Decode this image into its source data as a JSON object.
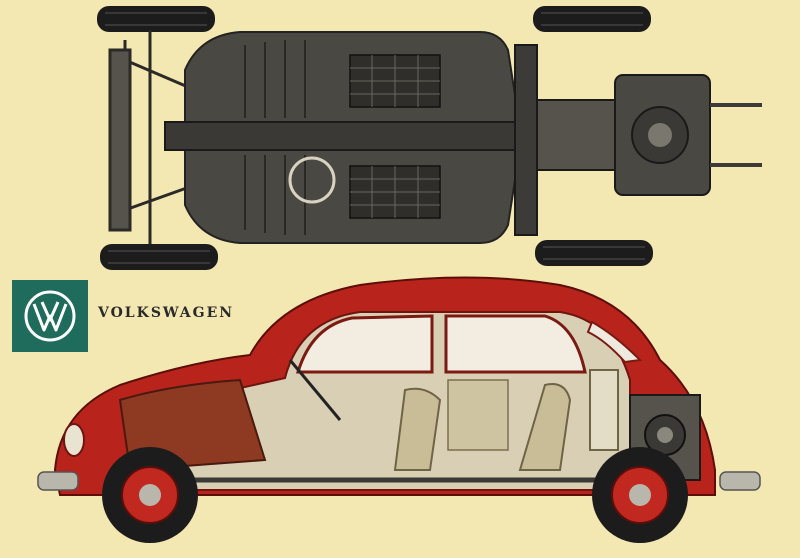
{
  "brand": {
    "name": "VOLKSWAGEN",
    "logo": "vw-logo"
  },
  "illustration": {
    "views": [
      "chassis-top-view",
      "cutaway-side-view"
    ],
    "colors": {
      "background": "#f3e7b2",
      "body_red": "#b8241c",
      "chassis_dark": "#3a3935",
      "badge_green": "#1f6b5c",
      "interior_beige": "#d9cfb4"
    }
  }
}
